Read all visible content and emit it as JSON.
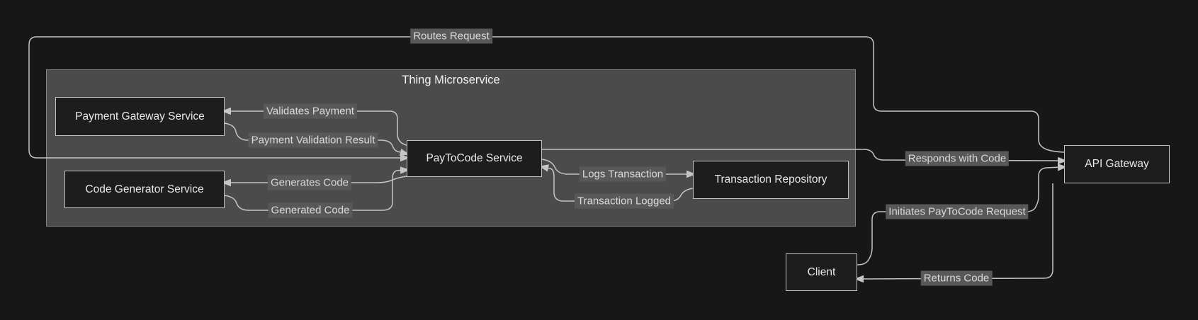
{
  "diagram_type": "flowchart",
  "subgraph": {
    "title": "Thing Microservice",
    "members": [
      "Payment Gateway Service",
      "Code Generator Service",
      "PayToCode Service"
    ]
  },
  "nodes": [
    {
      "label": "Payment Gateway Service"
    },
    {
      "label": "Code Generator Service"
    },
    {
      "label": "PayToCode Service"
    },
    {
      "label": "Transaction Repository"
    },
    {
      "label": "API Gateway"
    },
    {
      "label": "Client"
    }
  ],
  "edges": [
    {
      "from": "API Gateway",
      "to": "PayToCode Service",
      "label": "Routes Request"
    },
    {
      "from": "PayToCode Service",
      "to": "Payment Gateway Service",
      "label": "Validates Payment"
    },
    {
      "from": "Payment Gateway Service",
      "to": "PayToCode Service",
      "label": "Payment Validation Result"
    },
    {
      "from": "PayToCode Service",
      "to": "Code Generator Service",
      "label": "Generates Code"
    },
    {
      "from": "Code Generator Service",
      "to": "PayToCode Service",
      "label": "Generated Code"
    },
    {
      "from": "PayToCode Service",
      "to": "Transaction Repository",
      "label": "Logs Transaction"
    },
    {
      "from": "Transaction Repository",
      "to": "PayToCode Service",
      "label": "Transaction Logged"
    },
    {
      "from": "PayToCode Service",
      "to": "API Gateway",
      "label": "Responds with Code"
    },
    {
      "from": "Client",
      "to": "API Gateway",
      "label": "Initiates PayToCode Request"
    },
    {
      "from": "API Gateway",
      "to": "Client",
      "label": "Returns Code"
    }
  ],
  "colors": {
    "page_background": "#171717",
    "subgraph_fill": "#4b4b4b",
    "subgraph_border": "#858585",
    "node_fill": "#1d1d1d",
    "node_border": "#c2c2c2",
    "node_text": "#e9e9e9",
    "edge_line": "#c5c5c5",
    "edge_label_background": "#585858",
    "edge_label_text": "#dadada",
    "subgraph_title_text": "#f2f2f2"
  }
}
